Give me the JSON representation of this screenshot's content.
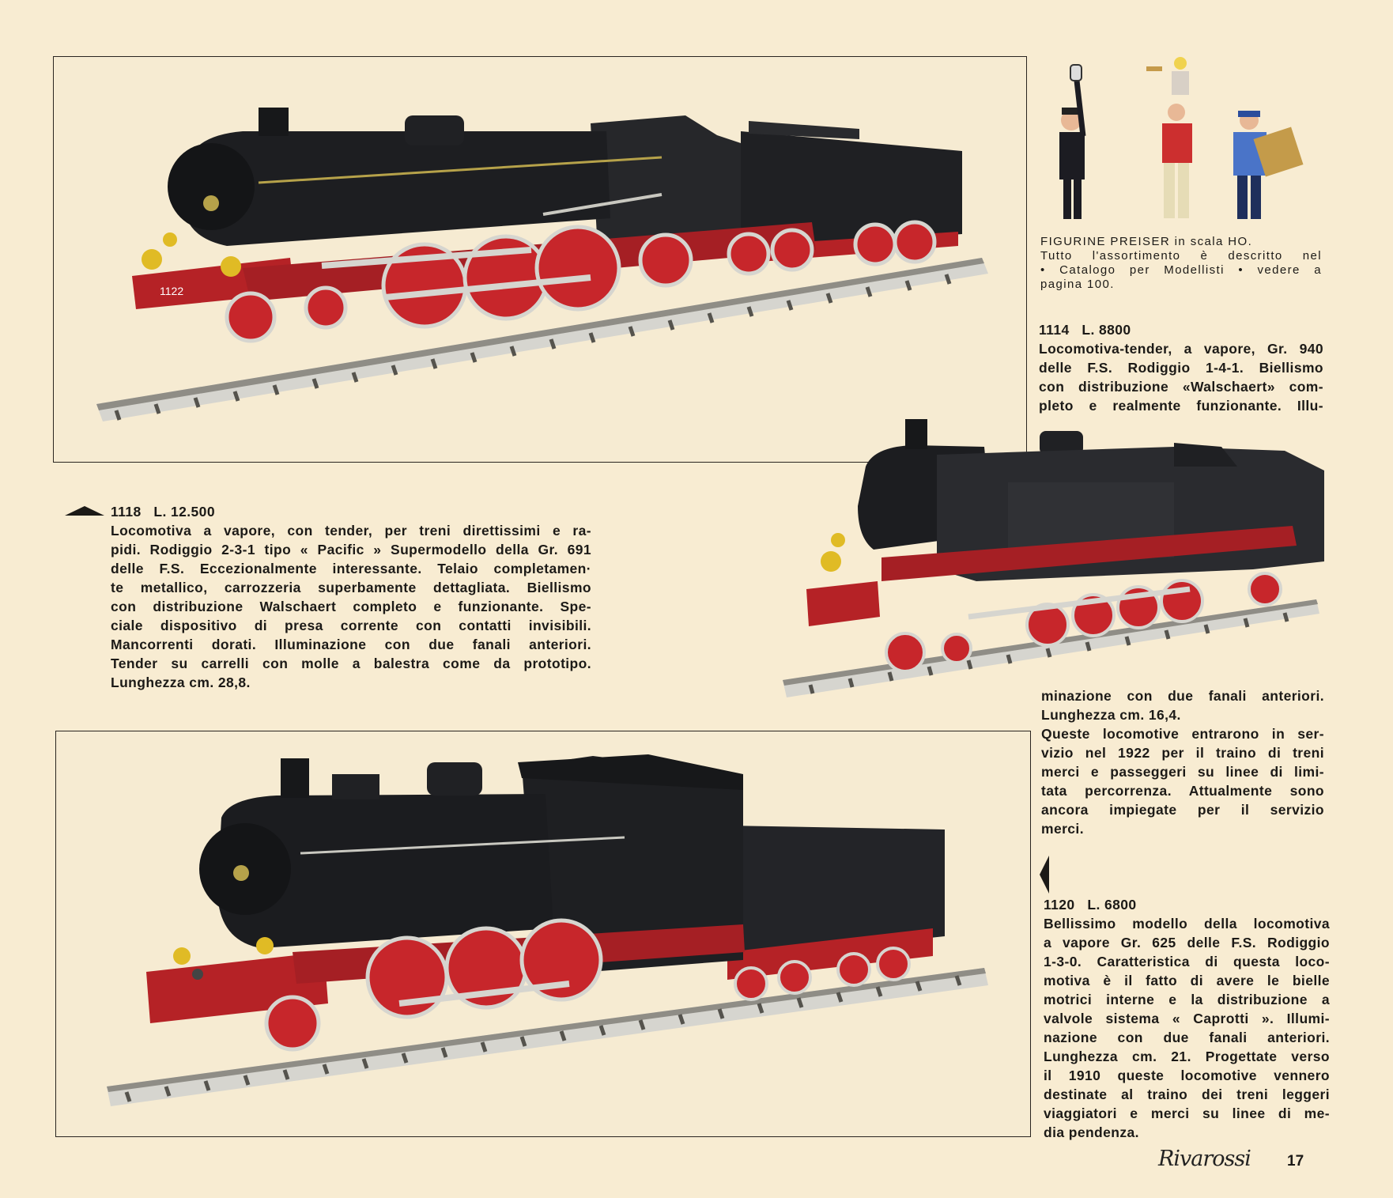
{
  "figurines": {
    "line1": "FIGURINE PREISER in scala HO.",
    "line2": "Tutto l'assortimento è descritto nel",
    "line3": "• Catalogo per Modellisti • vedere a",
    "line4": "pagina 100."
  },
  "item_1114": {
    "code": "1114",
    "price": "L. 8800",
    "lines_top": [
      "Locomotiva-tender, a vapore, Gr. 940",
      "delle F.S. Rodiggio 1-4-1. Biellismo",
      "con distribuzione «Walschaert» com-",
      "pleto e realmente funzionante. Illu-"
    ],
    "lines_bottom": [
      "minazione con due fanali anteriori.",
      "Lunghezza cm. 16,4.",
      "Queste locomotive entrarono in ser-",
      "vizio nel 1922 per il traino di treni",
      "merci e passeggeri su linee di limi-",
      "tata percorrenza. Attualmente sono",
      "ancora impiegate per il servizio",
      "merci."
    ]
  },
  "item_1118": {
    "code": "1118",
    "price": "L. 12.500",
    "lines": [
      "Locomotiva a vapore, con tender, per treni direttissimi e ra-",
      "pidi. Rodiggio 2-3-1 tipo « Pacific » Supermodello della Gr. 691",
      "delle F.S. Eccezionalmente interessante. Telaio completamen·",
      "te metallico, carrozzeria superbamente dettagliata. Biellismo",
      "con distribuzione Walschaert completo e funzionante. Spe-",
      "ciale dispositivo di presa corrente con contatti invisibili.",
      "Mancorrenti dorati. Illuminazione con due fanali anteriori.",
      "Tender su carrelli con molle a balestra come da prototipo.",
      "Lunghezza cm. 28,8."
    ]
  },
  "item_1120": {
    "code": "1120",
    "price": "L. 6800",
    "lines": [
      "Bellissimo modello della locomotiva",
      "a vapore Gr. 625 delle F.S. Rodiggio",
      "1-3-0. Caratteristica di questa loco-",
      "motiva è il fatto di avere le bielle",
      "motrici interne e la distribuzione a",
      "valvole sistema « Caprotti ». Illumi-",
      "nazione con due fanali anteriori.",
      "Lunghezza cm. 21. Progettate verso",
      "il 1910 queste locomotive vennero",
      "destinate al traino dei treni leggeri",
      "viaggiatori e merci su linee di me-",
      "dia pendenza."
    ]
  },
  "loco_1118_number": "1122",
  "footer": {
    "brand": "Rivarossi",
    "page": "17"
  },
  "colors": {
    "paper": "#f8ecd2",
    "loco_black": "#1e1f22",
    "wheel_red": "#c7262b",
    "rail": "#c9c8c0"
  }
}
